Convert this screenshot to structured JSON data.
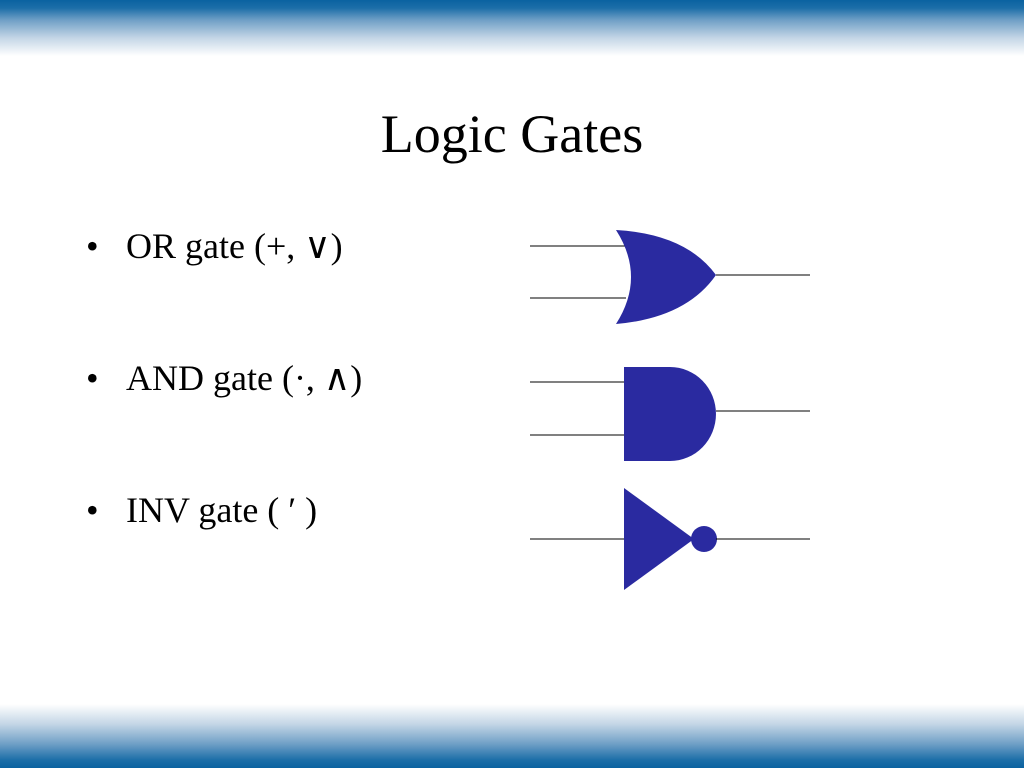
{
  "title": "Logic Gates",
  "bullet_symbol": "•",
  "bullets": [
    {
      "label": "OR gate (+, ∨)"
    },
    {
      "label": "AND gate (·, ∧)"
    },
    {
      "label": "INV gate ( ′ )"
    }
  ],
  "colors": {
    "gate_fill": "#2a2aa0",
    "band": "#0a62a0",
    "wire": "#000000"
  }
}
